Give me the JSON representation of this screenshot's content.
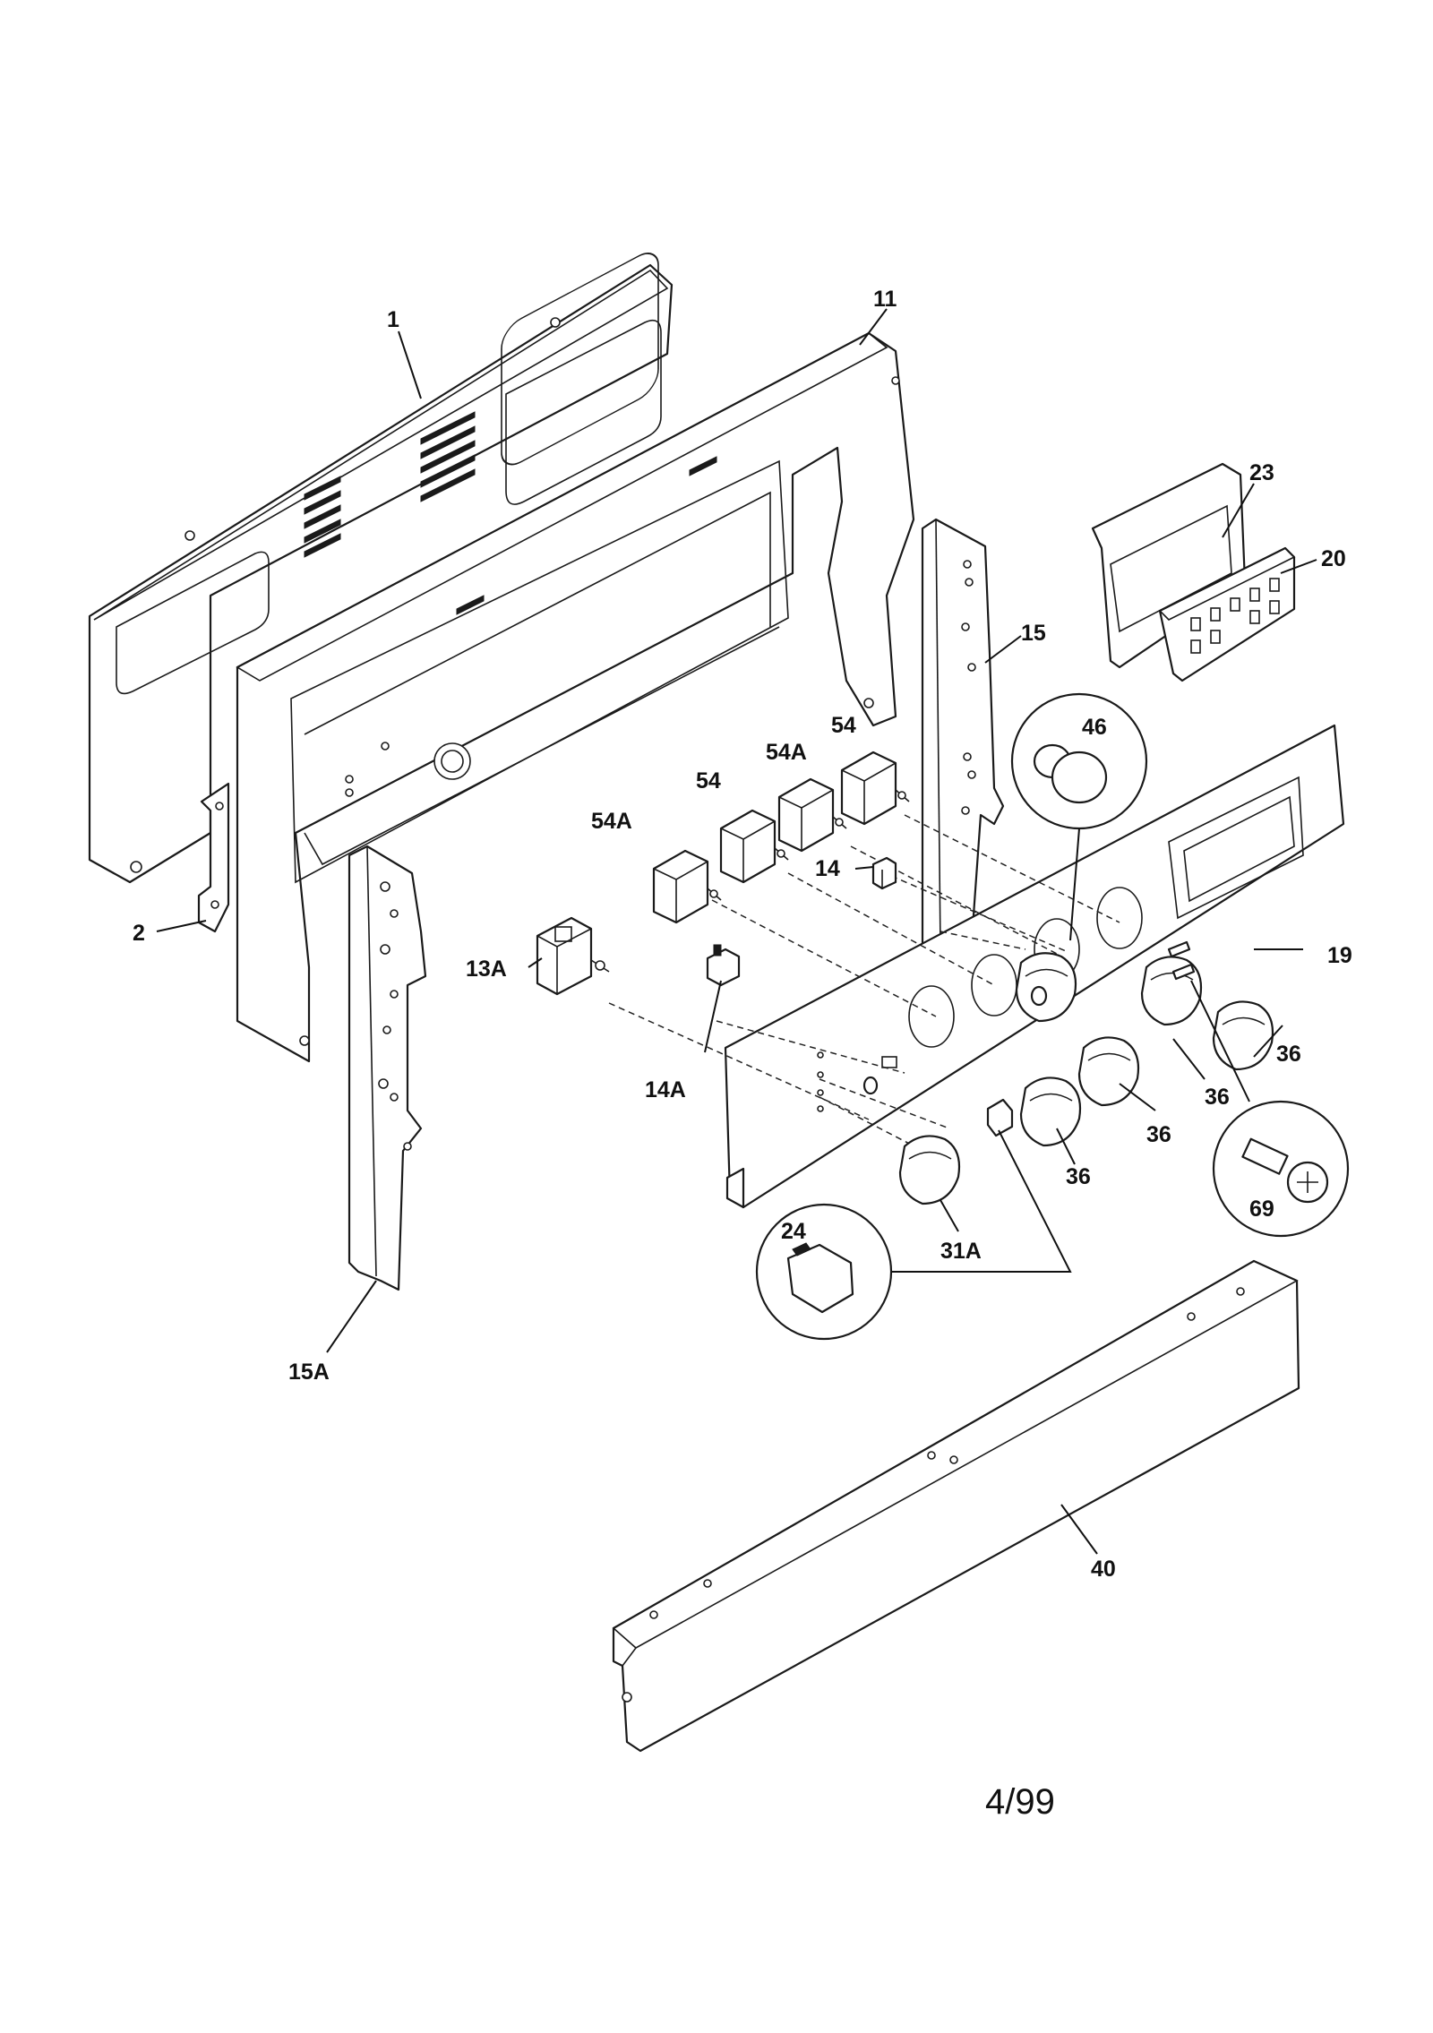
{
  "labels": {
    "p1": "1",
    "p11": "11",
    "p2": "2",
    "p23": "23",
    "p20": "20",
    "p15": "15",
    "p46": "46",
    "p54a": "54",
    "p54b": "54",
    "p54A_a": "54A",
    "p54A_b": "54A",
    "p14": "14",
    "p13A": "13A",
    "p14A": "14A",
    "p19": "19",
    "p36a": "36",
    "p36b": "36",
    "p36c": "36",
    "p36d": "36",
    "p69": "69",
    "p24": "24",
    "p31A": "31A",
    "p15A": "15A",
    "p40": "40"
  },
  "date_stamp": "4/99"
}
